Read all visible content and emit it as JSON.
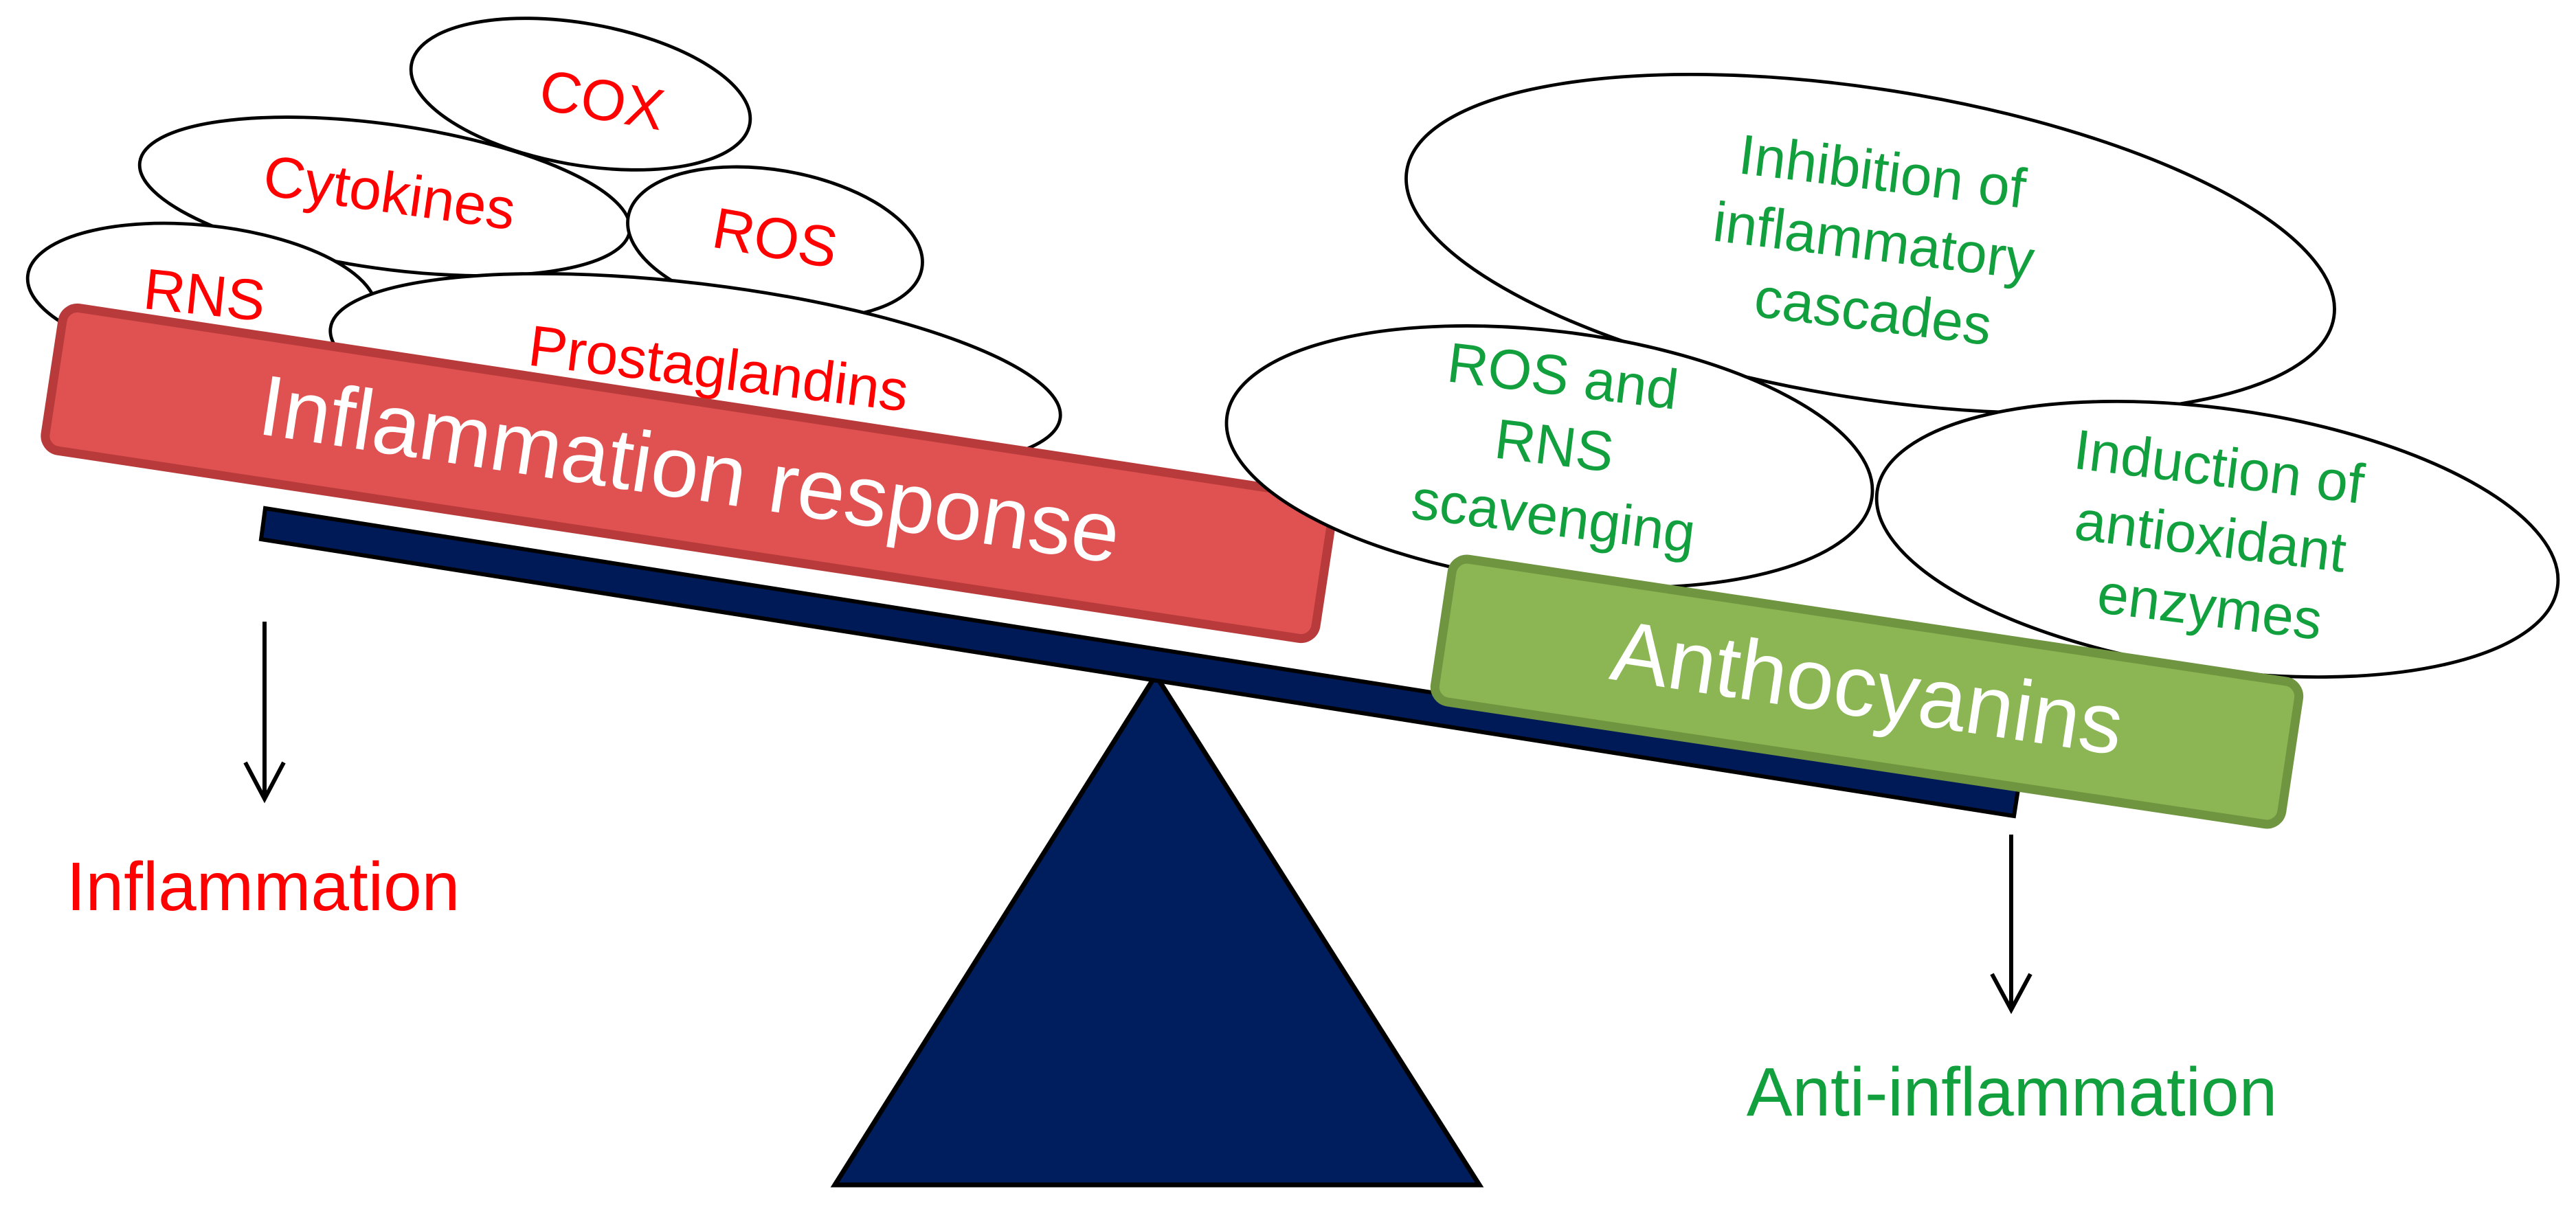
{
  "colors": {
    "inflammation_red": "#ff0000",
    "inflammation_box_fill": "#e05252",
    "inflammation_box_stroke": "#b93a3a",
    "anthocyanins_green_text": "#11a03d",
    "anthocyanins_box_fill": "#8bb653",
    "anthocyanins_box_stroke": "#6f9540",
    "fulcrum_navy": "#001e5e",
    "beam_navy": "#001a57"
  },
  "left_side": {
    "factors": [
      "COX",
      "Cytokines",
      "ROS",
      "RNS",
      "Prostaglandins"
    ],
    "box_label": "Inflammation response",
    "outcome": "Inflammation"
  },
  "right_side": {
    "mechanisms": [
      {
        "lines": [
          "Inhibition of",
          "inflammatory",
          "cascades"
        ]
      },
      {
        "lines": [
          "ROS and",
          "RNS",
          "scavenging"
        ]
      },
      {
        "lines": [
          "Induction of",
          "antioxidant",
          "enzymes"
        ]
      }
    ],
    "box_label": "Anthocyanins",
    "outcome": "Anti-inflammation"
  },
  "icons": {
    "left_arrow": "down-arrow-icon",
    "right_arrow": "down-arrow-icon"
  }
}
